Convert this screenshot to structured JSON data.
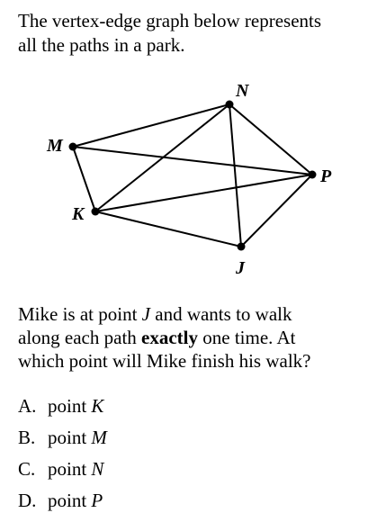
{
  "intro": {
    "line1": "The vertex-edge graph below represents",
    "line2": "all the paths in a park."
  },
  "graph": {
    "vertices": [
      {
        "id": "N",
        "label": "N"
      },
      {
        "id": "M",
        "label": "M"
      },
      {
        "id": "P",
        "label": "P"
      },
      {
        "id": "K",
        "label": "K"
      },
      {
        "id": "J",
        "label": "J"
      }
    ],
    "edges": [
      [
        "M",
        "N"
      ],
      [
        "M",
        "P"
      ],
      [
        "M",
        "K"
      ],
      [
        "N",
        "K"
      ],
      [
        "N",
        "P"
      ],
      [
        "N",
        "J"
      ],
      [
        "K",
        "P"
      ],
      [
        "K",
        "J"
      ],
      [
        "J",
        "P"
      ]
    ]
  },
  "question": {
    "l1_a": "Mike is at point ",
    "l1_b": "J",
    "l1_c": " and wants to walk",
    "l2_a": "along each path ",
    "l2_b": "exactly",
    "l2_c": " one time. At",
    "l3": "which point will Mike finish his walk?"
  },
  "choices": [
    {
      "letter": "A.",
      "text": "point ",
      "name": "K"
    },
    {
      "letter": "B.",
      "text": "point ",
      "name": "M"
    },
    {
      "letter": "C.",
      "text": "point ",
      "name": "N"
    },
    {
      "letter": "D.",
      "text": "point ",
      "name": "P"
    }
  ]
}
